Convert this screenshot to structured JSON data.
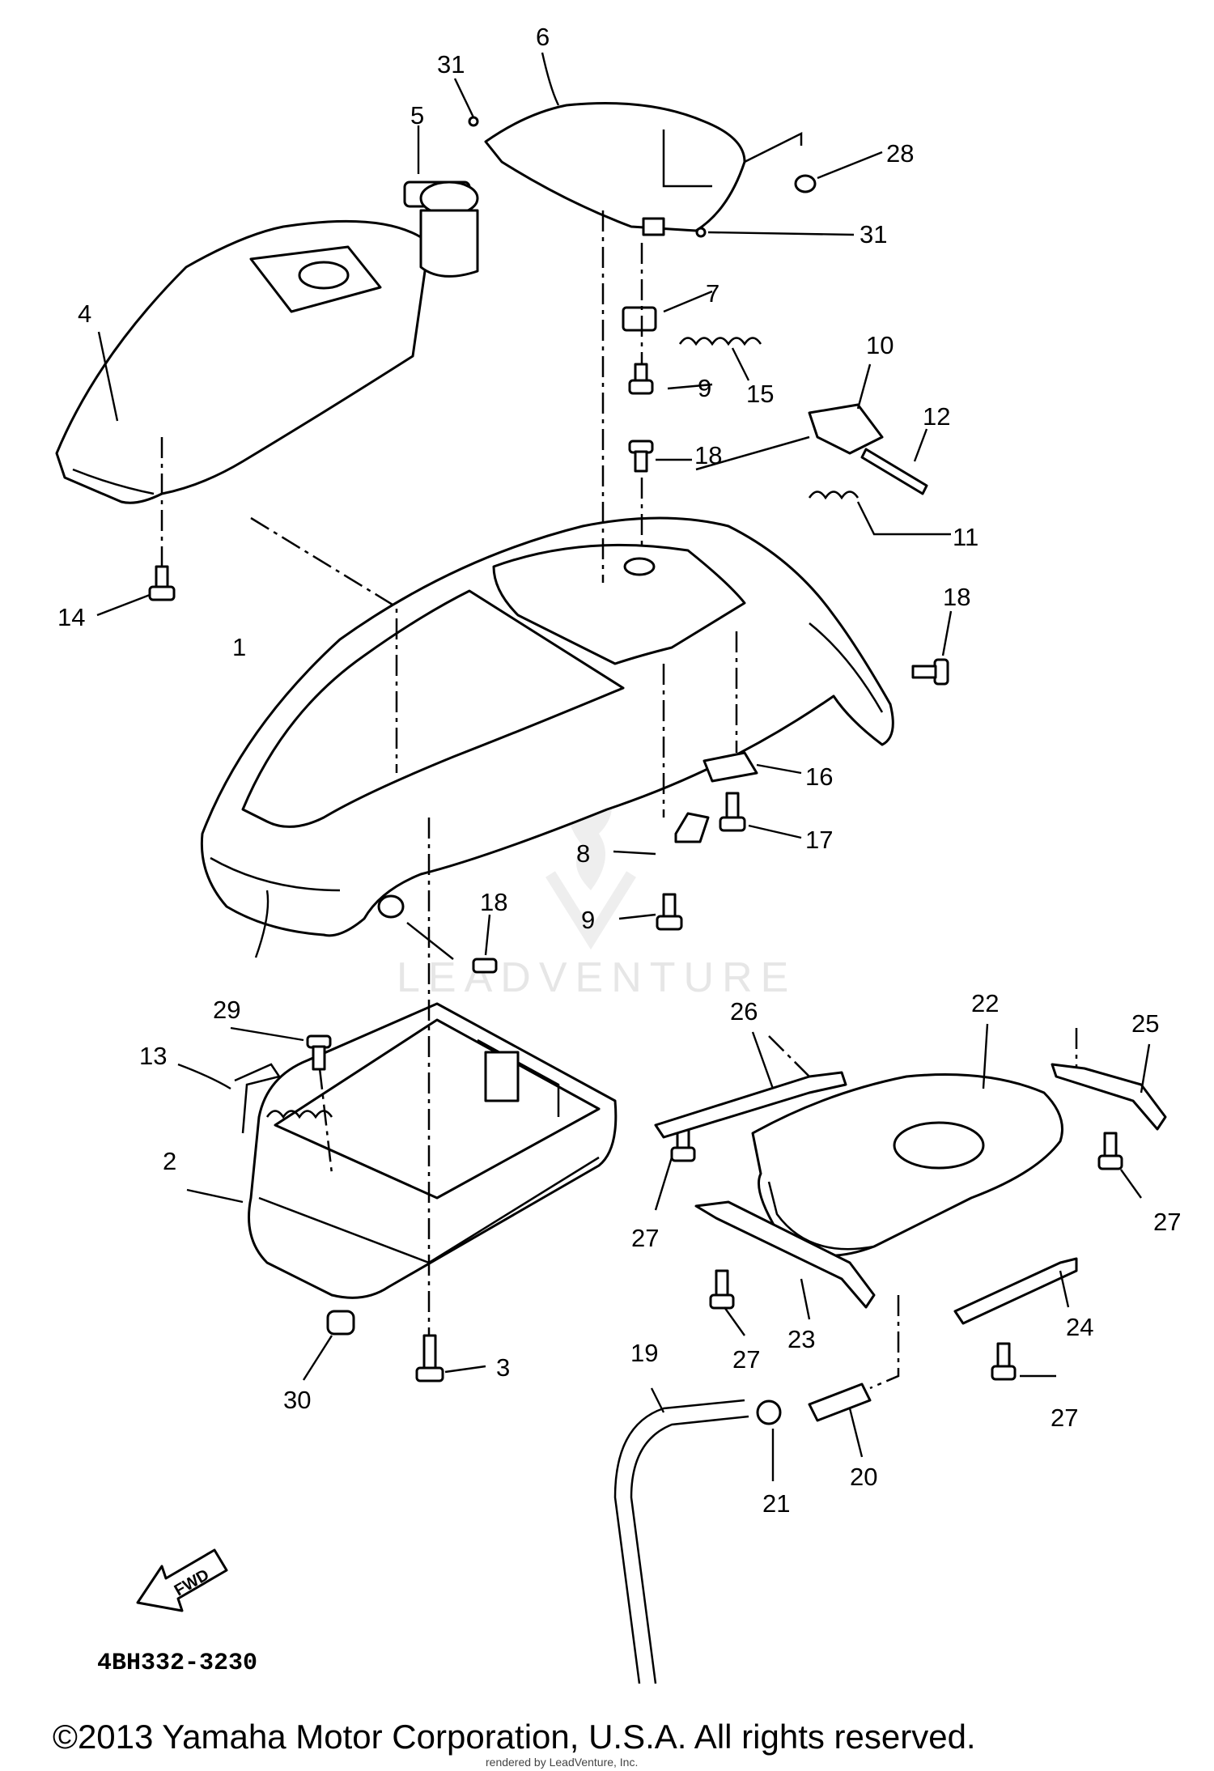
{
  "callouts": [
    "1",
    "2",
    "3",
    "4",
    "5",
    "6",
    "7",
    "8",
    "9",
    "9",
    "10",
    "11",
    "12",
    "13",
    "14",
    "15",
    "16",
    "17",
    "18",
    "18",
    "18",
    "19",
    "20",
    "21",
    "22",
    "23",
    "24",
    "25",
    "26",
    "27",
    "27",
    "27",
    "27",
    "28",
    "29",
    "30",
    "31",
    "31"
  ],
  "fwd_label": "FWD",
  "diagram_code": "4BH332-3230",
  "watermark": "LEADVENTURE",
  "copyright": "©2013 Yamaha Motor Corporation, U.S.A. All rights reserved.",
  "rendered_by": "rendered by LeadVenture, Inc."
}
